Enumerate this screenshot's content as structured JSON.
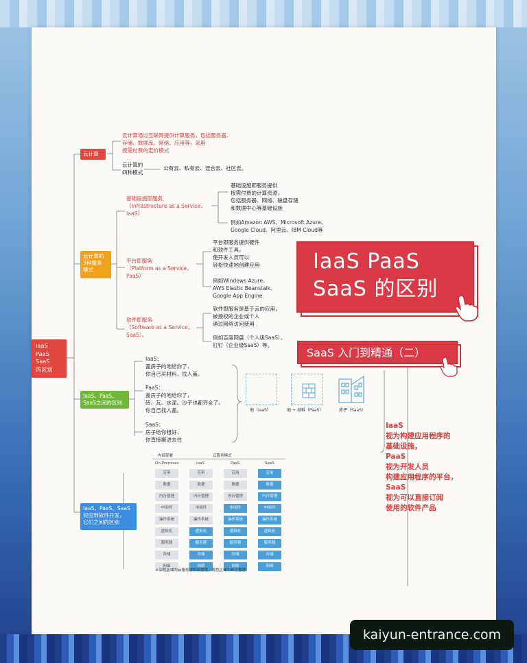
{
  "root": {
    "label": "IaaS\nPaaS\nSaaS\n的区别"
  },
  "branches": {
    "cloud": {
      "label": "云计算",
      "definition": "云计算通过互联网提供计算服务，包括服务器、\n存储、数据库、网络、应用等，采用\n按需付费的定价模式",
      "modes_label": "云计算的\n四种模式",
      "modes_value": "公有云、私有云、混合云、社区云。"
    },
    "service_modes": {
      "label": "云计算的\n3种服务\n模式",
      "iaas": {
        "title": "基础设施即服务\n（Infrastructure as a Service，\nIaaS）",
        "desc": "基础设施即服务提供\n按需付费的计算资源，\n包括服务器、网络、磁盘存储\n和数据中心等基础设施",
        "examples": "例如Amazon AWS、Microsoft Azure、\nGoogle Cloud、阿里云、IBM Cloud等"
      },
      "paas": {
        "title": "平台即服务\n（Platform as a Service，\nPaaS）",
        "desc": "平台即服务提供硬件\n和软件工具，\n使开发人员可以\n轻松快速地创建应用",
        "examples": "例如Windows Azure、\nAWS Elastic Beanstalk、\nGoogle App Engine"
      },
      "saas": {
        "title": "软件即服务\n（Software as a Service，\nSaaS）、",
        "desc": "软件即服务是基于云的应用，\n被授权的企业或个人\n通过网络访问使用",
        "examples": "例如百度网盘（个人级SaaS）、\n钉钉（企业级SaaS）等。"
      }
    },
    "analogy": {
      "label": "IaaS、PaaS、\nSaaS之间的区别",
      "iaas": "IaaS：\n盖房子的地给你了，\n你自己买材料，找人盖。",
      "paas": "PaaS：\n盖房子的地给你了，\n砖、瓦、水泥、沙子也都齐全了，\n你自己找人盖。",
      "saas": "SaaS：\n房子给你租好，\n你直接搬进去住",
      "icons": [
        {
          "icon": "land-icon",
          "caption": "地（IaaS）"
        },
        {
          "icon": "land-materials-icon",
          "caption": "地 + 材料（PaaS）"
        },
        {
          "icon": "building-icon",
          "caption": "房子（SaaS）"
        }
      ]
    },
    "software": {
      "label": "IaaS、PaaS、SaaS\n对应到软件开发，\n它们之间的区别",
      "table": {
        "group_internal": "内部部署",
        "group_cloud": "云服务模式",
        "columns": [
          "On-Premises",
          "IaaS",
          "PaaS",
          "SaaS"
        ],
        "rows": [
          [
            "应用",
            "应用",
            "应用",
            "应用"
          ],
          [
            "数据",
            "数据",
            "数据",
            "数据"
          ],
          [
            "内存管理",
            "内存管理",
            "内存管理",
            "内存管理"
          ],
          [
            "中间件",
            "中间件",
            "中间件",
            "中间件"
          ],
          [
            "操作系统",
            "操作系统",
            "操作系统",
            "操作系统"
          ],
          [
            "虚拟化",
            "虚拟化",
            "虚拟化",
            "虚拟化"
          ],
          [
            "服务器",
            "服务器",
            "服务器",
            "服务器"
          ],
          [
            "存储",
            "存储",
            "存储",
            "存储"
          ],
          [
            "网络",
            "网络",
            "网络",
            "网络"
          ]
        ],
        "shaded_from": [
          9,
          5,
          3,
          0
        ],
        "note": "＊深色区域为云服务提供商管理，浅色区域为自己管理"
      }
    }
  },
  "title_card": {
    "text": "IaaS PaaS\nSaaS 的区别"
  },
  "subtitle_card": {
    "text": "SaaS 入门到精通（二）"
  },
  "summary": "IaaS\n视为构建应用程序的\n基础设施，\nPaaS\n视为开发人员\n构建应用程序的平台，\nSaaS\n视为可以直接订阅\n使用的软件产品",
  "watermark": "kaiyun-entrance.com",
  "colors": {
    "red": "#e0473f",
    "orange": "#f2a11b",
    "green": "#6fb83a",
    "blue": "#3c8de0",
    "cell_blue": "#4a9fd8",
    "cell_gray": "#dfe3e7"
  }
}
